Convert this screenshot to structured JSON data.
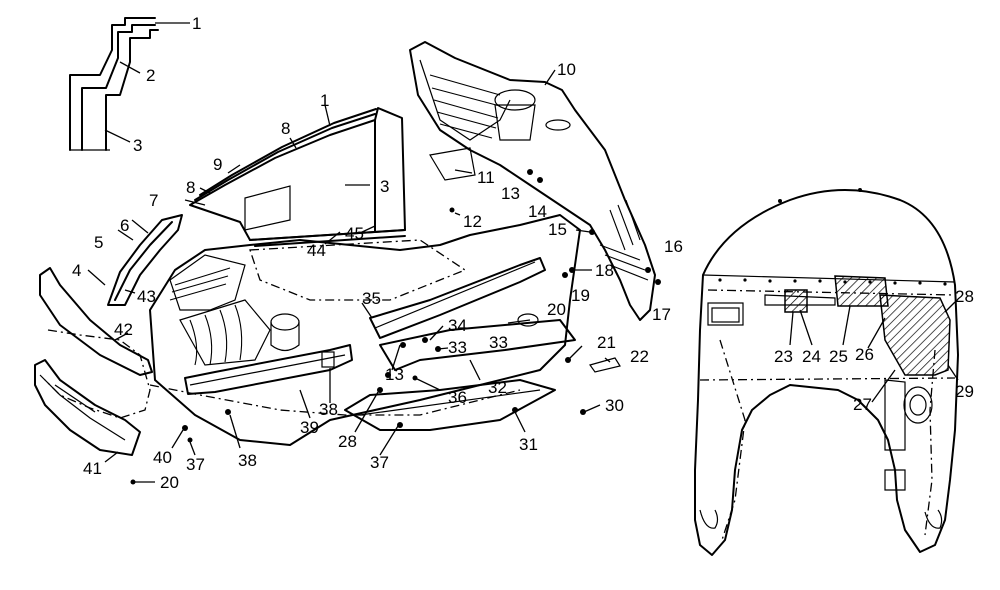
{
  "callouts": {
    "c1a": "1",
    "c2": "2",
    "c3a": "3",
    "c1b": "1",
    "c8a": "8",
    "c9": "9",
    "c8b": "8",
    "c7": "7",
    "c3b": "3",
    "c44": "44",
    "c45": "45",
    "c10": "10",
    "c11": "11",
    "c13a": "13",
    "c14": "14",
    "c12": "12",
    "c15": "15",
    "c16": "16",
    "c18": "18",
    "c19": "19",
    "c17": "17",
    "c6": "6",
    "c5": "5",
    "c4": "4",
    "c43": "43",
    "c42": "42",
    "c35": "35",
    "c34": "34",
    "c33a": "33",
    "c33b": "33",
    "c20a": "20",
    "c21": "21",
    "c22": "22",
    "c13b": "13",
    "c32": "32",
    "c36": "36",
    "c30": "30",
    "c31": "31",
    "c38a": "38",
    "c39": "39",
    "c38b": "38",
    "c28a": "28",
    "c37a": "37",
    "c40": "40",
    "c37b": "37",
    "c41": "41",
    "c20b": "20",
    "c23": "23",
    "c24": "24",
    "c25": "25",
    "c26": "26",
    "c28b": "28",
    "c27": "27",
    "c29": "29"
  }
}
